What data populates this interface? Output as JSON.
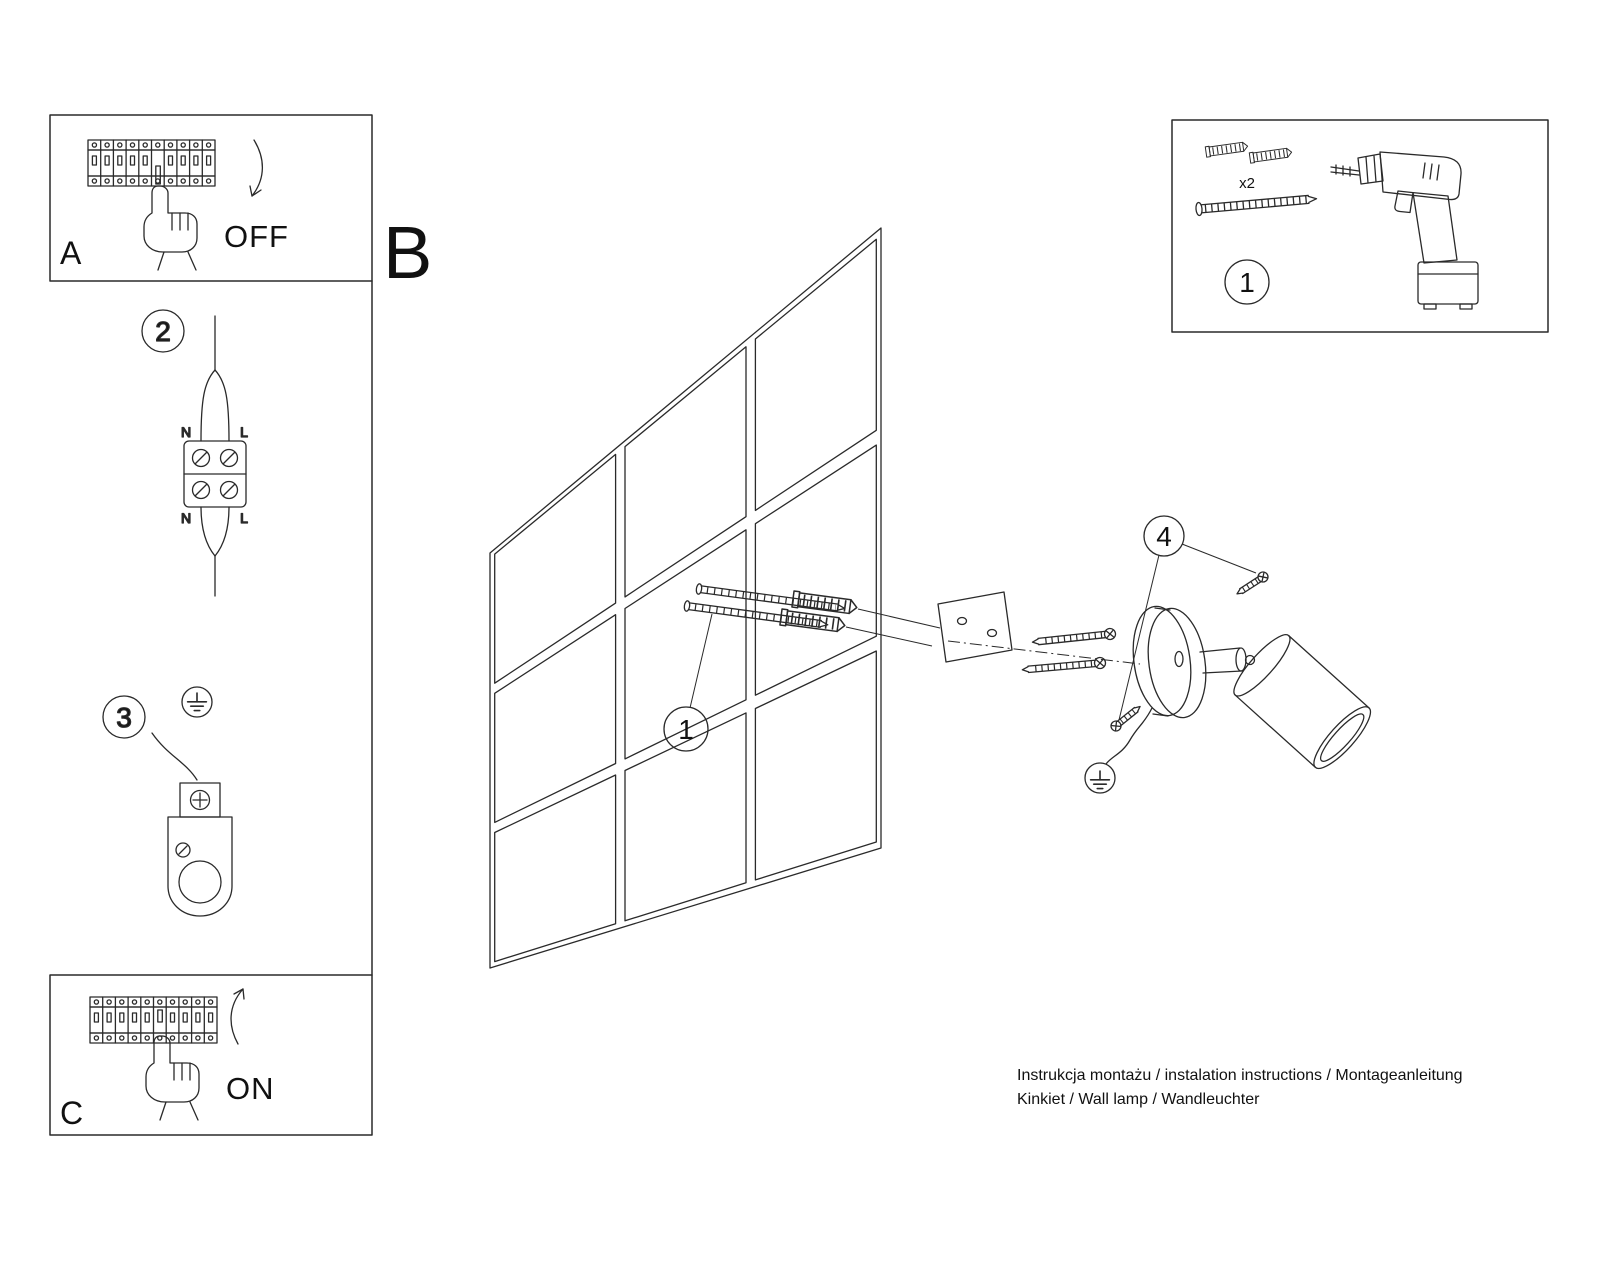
{
  "colors": {
    "ink": "#2a2a2a",
    "text": "#111111",
    "paper": "#ffffff"
  },
  "steps": {
    "a": {
      "label": "A",
      "state": "OFF"
    },
    "b": {
      "label": "B"
    },
    "c": {
      "label": "C",
      "state": "ON"
    },
    "tools": {
      "number": "1",
      "dowel_count": "x2"
    },
    "wiring": {
      "number": "2",
      "terminal_top_left": "N",
      "terminal_top_right": "L",
      "terminal_bottom_left": "N",
      "terminal_bottom_right": "L"
    },
    "holder": {
      "number": "3"
    },
    "wall": {
      "number": "1"
    },
    "fixing": {
      "number": "4"
    }
  },
  "captions": {
    "line1": "Instrukcja montażu / instalation instructions / Montageanleitung",
    "line2": "Kinkiet / Wall lamp / Wandleuchter"
  }
}
